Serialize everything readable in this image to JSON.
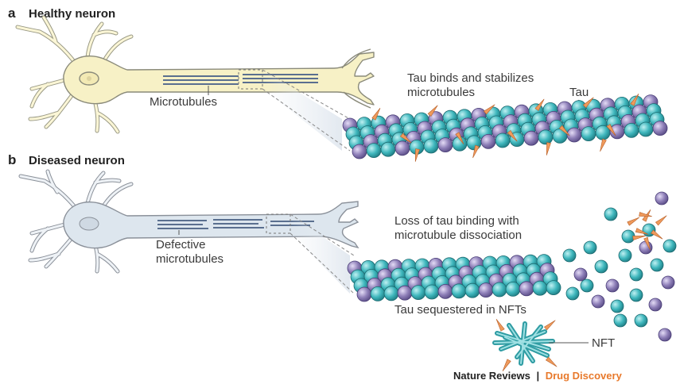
{
  "panel_a": {
    "letter": "a",
    "title": "Healthy neuron",
    "microtubules_label": "Microtubules",
    "tau_binding_label_line1": "Tau binds and stabilizes",
    "tau_binding_label_line2": "microtubules",
    "tau_label": "Tau"
  },
  "panel_b": {
    "letter": "b",
    "title": "Diseased neuron",
    "defective_label_line1": "Defective",
    "defective_label_line2": "microtubules",
    "loss_label_line1": "Loss of tau binding with",
    "loss_label_line2": "microtubule dissociation",
    "sequestered_label": "Tau sequestered in NFTs",
    "nft_label": "NFT"
  },
  "credit": {
    "journal": "Nature Reviews",
    "separator": "|",
    "section": "Drug Discovery"
  },
  "colors": {
    "healthy_cell": "#f7f1c6",
    "diseased_cell": "#dde6ee",
    "cell_outline": "#8a8a7a",
    "tubulin_teal": "#3fb7bd",
    "tubulin_purple": "#8e7fb8",
    "tau_orange": "#ef9a5c",
    "credit_orange": "#e8792b"
  }
}
